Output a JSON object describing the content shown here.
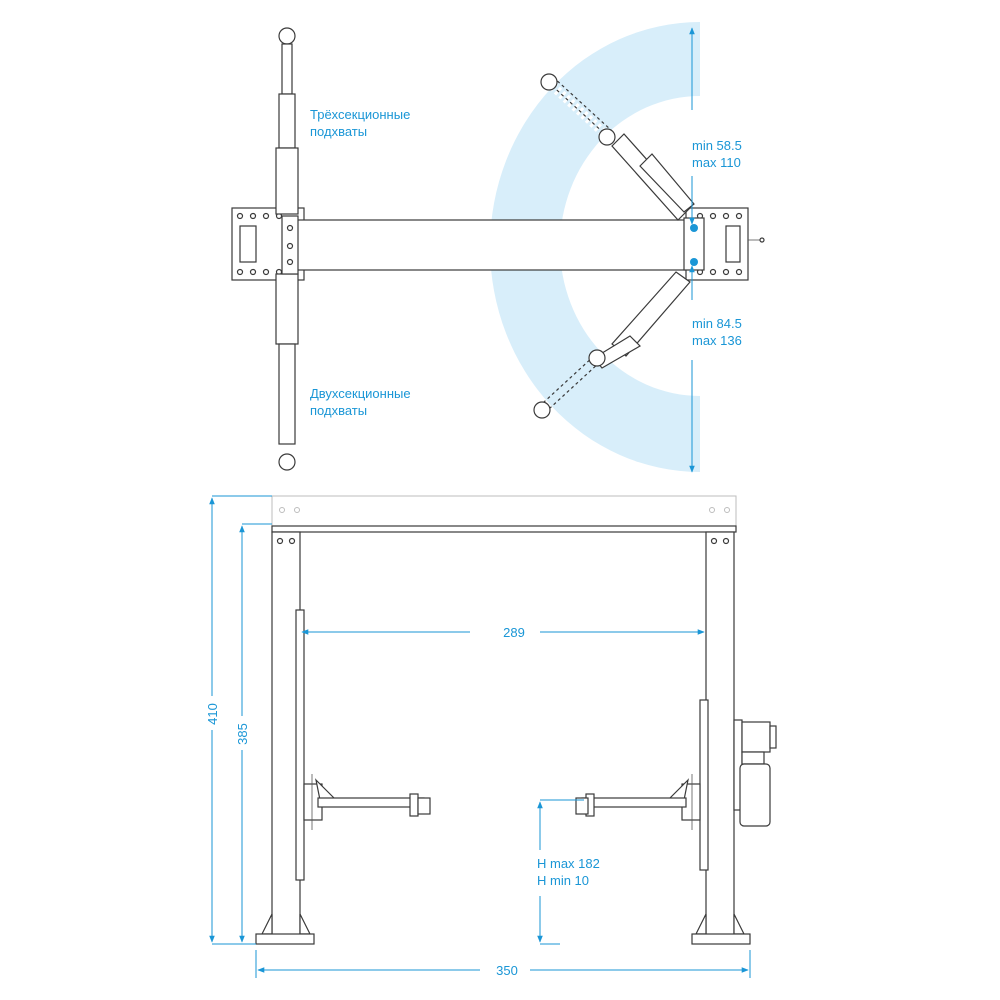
{
  "labels": {
    "three_section_arms_1": "Трёхсекционные",
    "three_section_arms_2": "подхваты",
    "two_section_arms_1": "Двухсекционные",
    "two_section_arms_2": "подхваты",
    "upper_arm_min": "min 58.5",
    "upper_arm_max": "max 110",
    "lower_arm_min": "min 84.5",
    "lower_arm_max": "max 136",
    "inner_width": "289",
    "height_max": "H max 182",
    "height_min": "H min 10",
    "total_height": "410",
    "column_height": "385",
    "total_width": "350"
  },
  "colors": {
    "accent": "#1a96d6",
    "swing_zone": "#d8eefa",
    "line": "#3a3a3a"
  }
}
